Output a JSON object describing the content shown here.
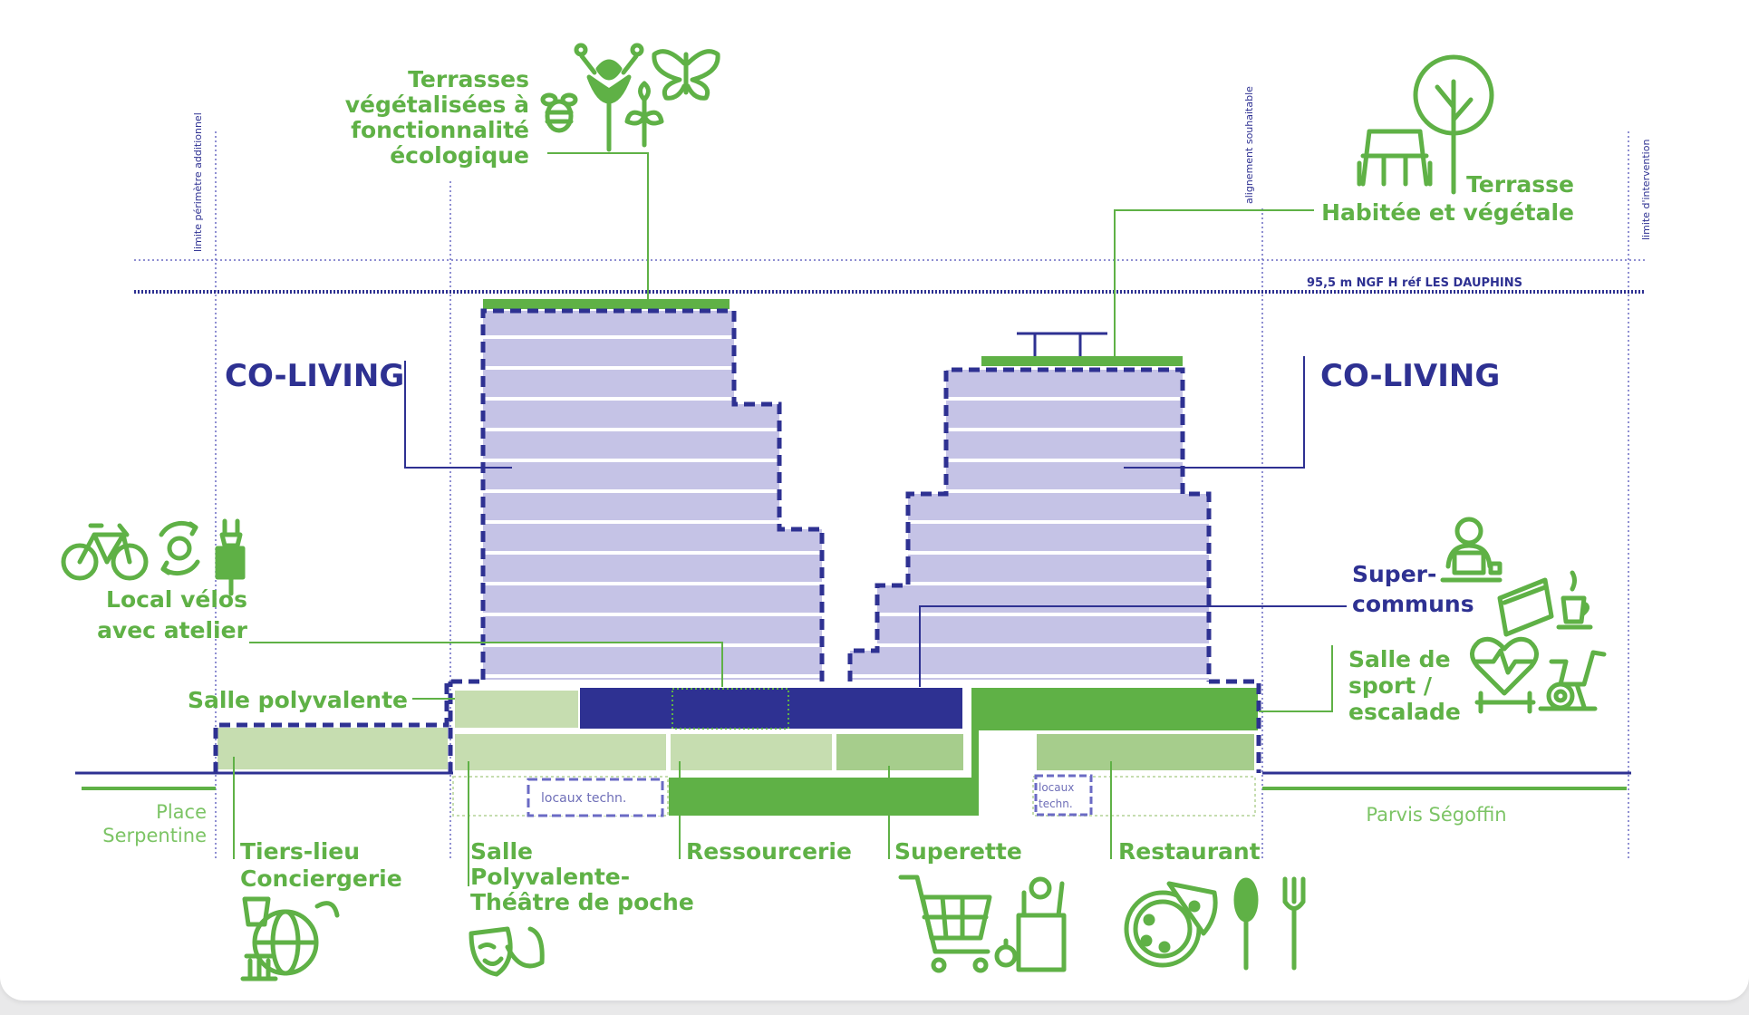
{
  "labels": {
    "terrasses": [
      "Terrasses",
      "végétalisées à",
      "fonctionnalité",
      "écologique"
    ],
    "terrasse_habitee": [
      "Terrasse",
      "Habitée et végétale"
    ],
    "coliving": "CO-LIVING",
    "local_velos": [
      "Local vélos",
      "avec atelier"
    ],
    "salle_polyvalente": "Salle polyvalente",
    "supercommuns": [
      "Super-",
      "communs"
    ],
    "salle_sport": [
      "Salle de",
      "sport /",
      "escalade"
    ],
    "place": [
      "Place",
      "Serpentine"
    ],
    "parvis": "Parvis Ségoffin",
    "tiers_lieu": [
      "Tiers-lieu",
      "Conciergerie"
    ],
    "salle_theatre": [
      "Salle",
      "Polyvalente-",
      "Théâtre de poche"
    ],
    "ressourcerie": "Ressourcerie",
    "superette": "Superette",
    "restaurant": "Restaurant",
    "locaux_techn_1": "locaux techn.",
    "locaux_techn_2": [
      "locaux",
      "techn."
    ],
    "height_ref": "95,5 m NGF  H réf LES DAUPHINS",
    "limite_perimetre": "limite périmètre additionnel",
    "alignement": "alignement souhaitable",
    "limite_intervention": "limite d'intervention"
  },
  "icons": [
    "flower-icon",
    "butterfly-icon",
    "bee-icon",
    "seedling-icon",
    "tree-icon",
    "picnic-table-icon",
    "bicycle-icon",
    "recycle-gear-icon",
    "repair-hand-icon",
    "laptop-worker-icon",
    "book-coffee-icon",
    "heart-dumbbell-icon",
    "exercise-bike-icon",
    "culture-globe-icon",
    "theatre-masks-icon",
    "shopping-cart-icon",
    "grocery-bag-icon",
    "pizza-icon",
    "spoon-icon",
    "fork-icon"
  ],
  "colors": {
    "green": "#5fb146",
    "light_green": "#c6ddb0",
    "mid_green": "#a6cd8c",
    "navy": "#2e3192",
    "lavender": "#c5c3e6",
    "dotted_blue": "#6b6bc4"
  }
}
